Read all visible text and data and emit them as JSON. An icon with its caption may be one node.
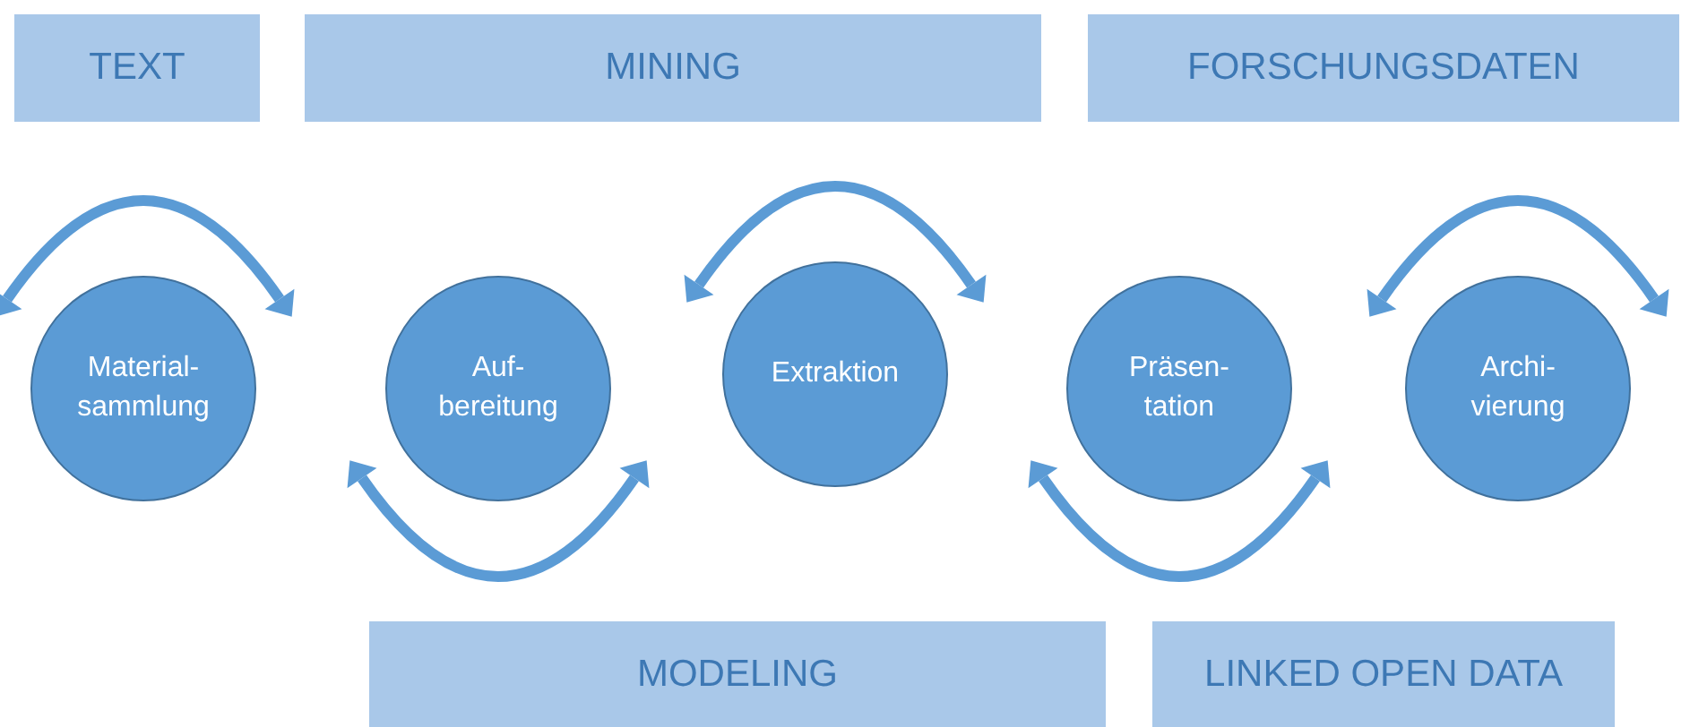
{
  "diagram": {
    "nodes": [
      {
        "text": [
          "TEXT"
        ]
      },
      {
        "text": [
          "MINING"
        ]
      },
      {
        "text": [
          "FORSCHUNGSDATEN"
        ]
      },
      {
        "text": [
          "Material-sammlung"
        ]
      },
      {
        "text": [
          "Auf-bereitung"
        ]
      },
      {
        "text": [
          "Extraktion"
        ]
      },
      {
        "text": [
          "Präsen-tation"
        ]
      },
      {
        "text": [
          "Archi-vierung"
        ]
      },
      {
        "text": [
          "MODELING"
        ]
      },
      {
        "text": [
          "LINKED OPEN DATA"
        ]
      }
    ]
  }
}
